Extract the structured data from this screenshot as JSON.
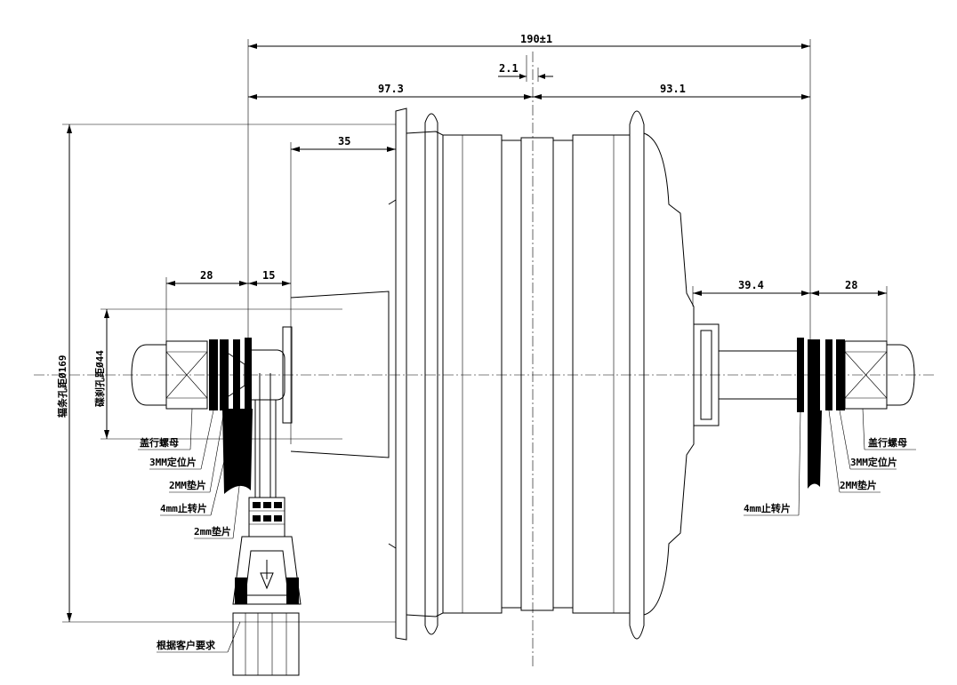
{
  "dimensions": {
    "overall": "190±1",
    "offset": "2.1",
    "left_flange": "97.3",
    "right_flange": "93.1",
    "disc_offset": "35",
    "left_axle_length": "28",
    "left_spacer_span": "15",
    "right_axle_span": "39.4",
    "right_axle_length": "28"
  },
  "vertical_labels": {
    "spoke_circle": "辐条孔距Ø169",
    "disc_circle": "碟刹孔距Ø44"
  },
  "left_callouts": [
    "盖行螺母",
    "3MM定位片",
    "2MM垫片",
    "4mm止转片",
    "2mm垫片"
  ],
  "right_callouts": [
    "盖行螺母",
    "3MM定位片",
    "2MM垫片",
    "4mm止转片"
  ],
  "cable_note": "根据客户要求"
}
